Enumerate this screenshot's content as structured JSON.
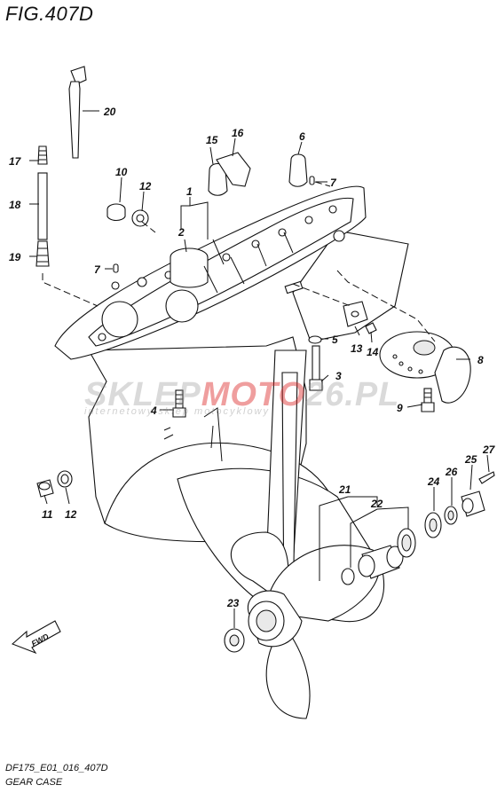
{
  "figure": {
    "title": "FIG.407D",
    "code": "DF175_E01_016_407D",
    "name": "GEAR CASE"
  },
  "watermark": {
    "brand_a": "SKLEP",
    "brand_b": "MOTO",
    "brand_c": "26.PL",
    "tagline": "internetowy sklep motocyklowy"
  },
  "fwd_label": "FWD",
  "callouts": [
    "1",
    "2",
    "3",
    "4",
    "5",
    "6",
    "7",
    "7",
    "8",
    "9",
    "10",
    "11",
    "12",
    "12",
    "13",
    "14",
    "15",
    "16",
    "17",
    "18",
    "19",
    "20",
    "21",
    "22",
    "23",
    "24",
    "25",
    "26",
    "27"
  ],
  "colors": {
    "line": "#111111",
    "watermark_red": "#dc2828",
    "watermark_grey": "#969696"
  }
}
